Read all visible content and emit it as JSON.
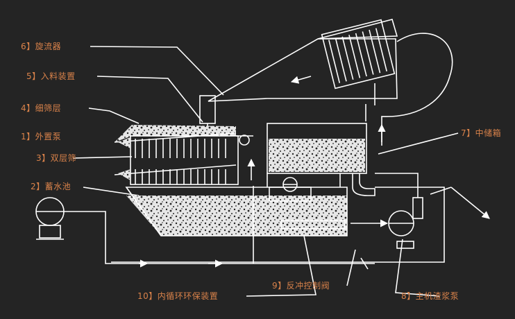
{
  "labels": {
    "l6": "6】旋流器",
    "l5": "5】入料装置",
    "l4": "4】细筛层",
    "l1": "1】外置泵",
    "l3": "3】双层筛",
    "l2": "2】蓄水池",
    "l7": "7】中储箱",
    "l10": "10】内循环环保装置",
    "l9": "9】反冲控制阀",
    "l8": "8】主机渣浆泵"
  },
  "colors": {
    "background": "#242424",
    "line": "#ffffff",
    "label": "#d9824a"
  }
}
